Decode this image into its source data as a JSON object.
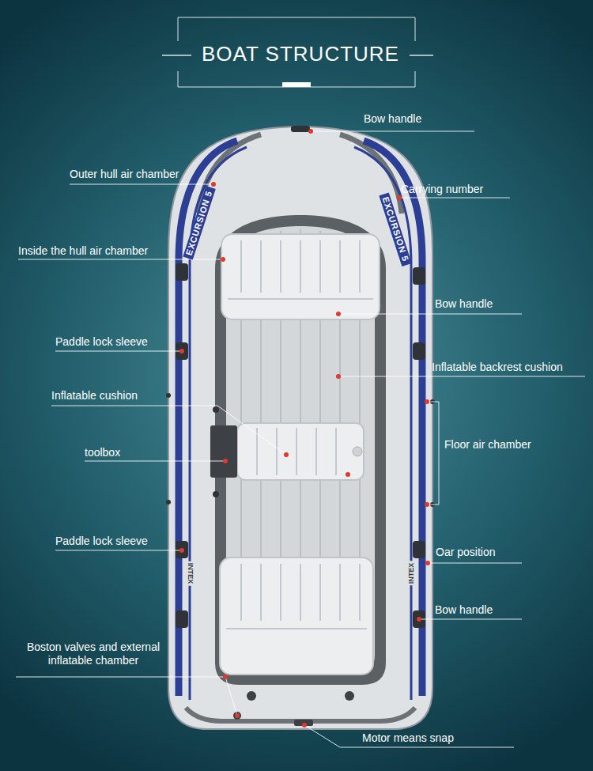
{
  "diagram": {
    "title": "BOAT STRUCTURE",
    "labels": [
      "Bow handle",
      "Outer hull air chamber",
      "EXCURSION 5",
      "EXCURSION 5",
      "Carrying number",
      "Inside the hull air chamber",
      "Bow handle",
      "Paddle lock sleeve",
      "Inflatable backrest cushion",
      "Inflatable cushion",
      "Floor air chamber",
      "toolbox",
      "Paddle lock sleeve",
      "Oar position",
      "INTEX",
      "INTEX",
      "Bow handle",
      "Boston valves and external inflatable chamber",
      "Motor means snap"
    ]
  }
}
